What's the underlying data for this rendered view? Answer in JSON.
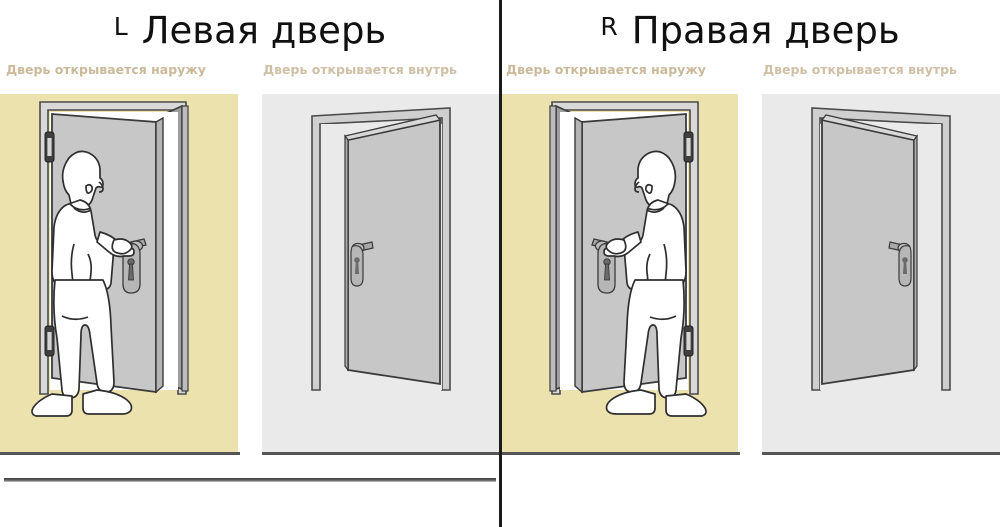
{
  "image": {
    "kind": "door-handing-diagram",
    "language": "ru"
  },
  "panels": {
    "left": {
      "side_letter": "L",
      "title": "Левая дверь",
      "captions": {
        "outward": "Дверь открывается наружу",
        "inward": "Дверь открывается внутрь"
      },
      "scenes": [
        {
          "name": "left-outward",
          "background_color": "#ece2ad",
          "hinge_side": "left",
          "swing": "outward",
          "has_person": true
        },
        {
          "name": "left-inward",
          "background_color": "#eaeaea",
          "hinge_side": "right",
          "swing": "inward",
          "has_person": false
        }
      ]
    },
    "right": {
      "side_letter": "R",
      "title": "Правая дверь",
      "captions": {
        "outward": "Дверь открывается наружу",
        "inward": "Дверь открывается внутрь"
      },
      "scenes": [
        {
          "name": "right-outward",
          "background_color": "#ece2ad",
          "hinge_side": "right",
          "swing": "outward",
          "has_person": true
        },
        {
          "name": "right-inward",
          "background_color": "#eaeaea",
          "hinge_side": "left",
          "swing": "inward",
          "has_person": false
        }
      ]
    }
  },
  "colors": {
    "cream_background": "#ece2ad",
    "gray_background": "#eaeaea",
    "door_fill": "#c7c7c7",
    "frame_fill": "#c0c0c0",
    "outline": "#3a3a3a",
    "caption_text": "#cbb99a",
    "title_text": "#101010",
    "divider": "#1b1b1b",
    "person_fill": "#ffffff",
    "hinge_fill": "#3f3f3f",
    "handle_fill": "#9e9e9e"
  }
}
